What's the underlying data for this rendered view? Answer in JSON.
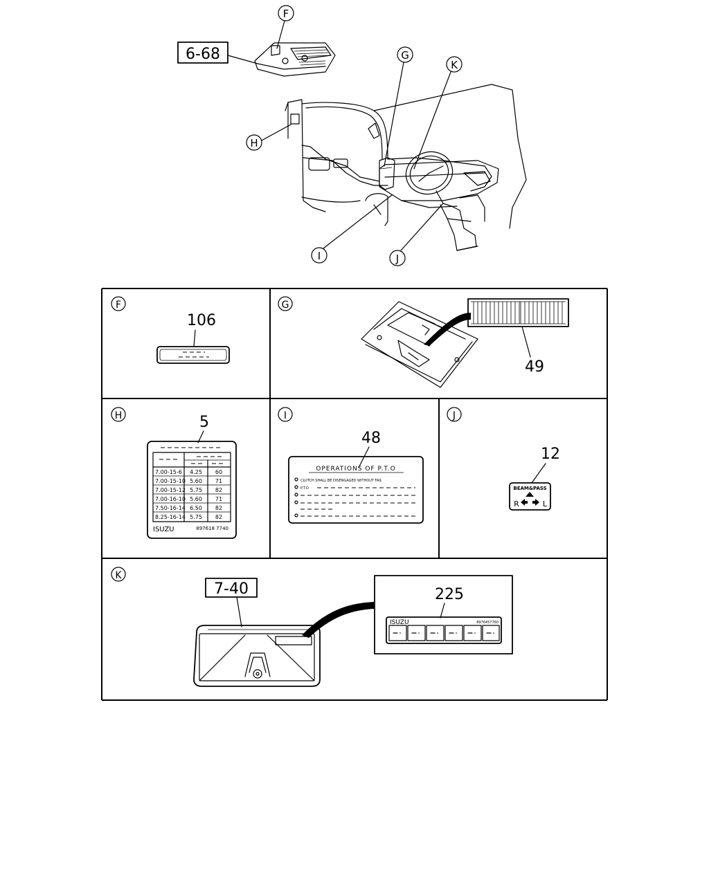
{
  "refs": {
    "top": "6-68",
    "k_panel": "7-40"
  },
  "callouts": {
    "F": "F",
    "G": "G",
    "H": "H",
    "I": "I",
    "J": "J",
    "K": "K"
  },
  "parts": {
    "F": "106",
    "G": "49",
    "H": "5",
    "I": "48",
    "J": "12",
    "K": "225"
  },
  "label_h": {
    "rows": [
      [
        "7.00-15-6",
        "4.25",
        "60"
      ],
      [
        "7.00-15-10",
        "5.60",
        "71"
      ],
      [
        "7.00-15-12",
        "5.75",
        "82"
      ],
      [
        "7.00-16-10",
        "5.60",
        "71"
      ],
      [
        "7.50-16-14",
        "6.50",
        "82"
      ],
      [
        "8.25-16-14",
        "5.75",
        "82"
      ]
    ],
    "brand": "ISUZU",
    "code": "897618 7740"
  },
  "label_i": {
    "title": "OPERATIONS OF P.T.O",
    "line1": "CLUTCH SHALL BE DISENGAGED WITHOUT FAIL",
    "line2": "P.T.O"
  },
  "label_j": {
    "title": "BEAM&PASS",
    "left": "R",
    "right": "L"
  },
  "label_k": {
    "brand": "ISUZU",
    "code": "8976457760"
  },
  "colors": {
    "line": "#000000",
    "background": "#ffffff"
  }
}
